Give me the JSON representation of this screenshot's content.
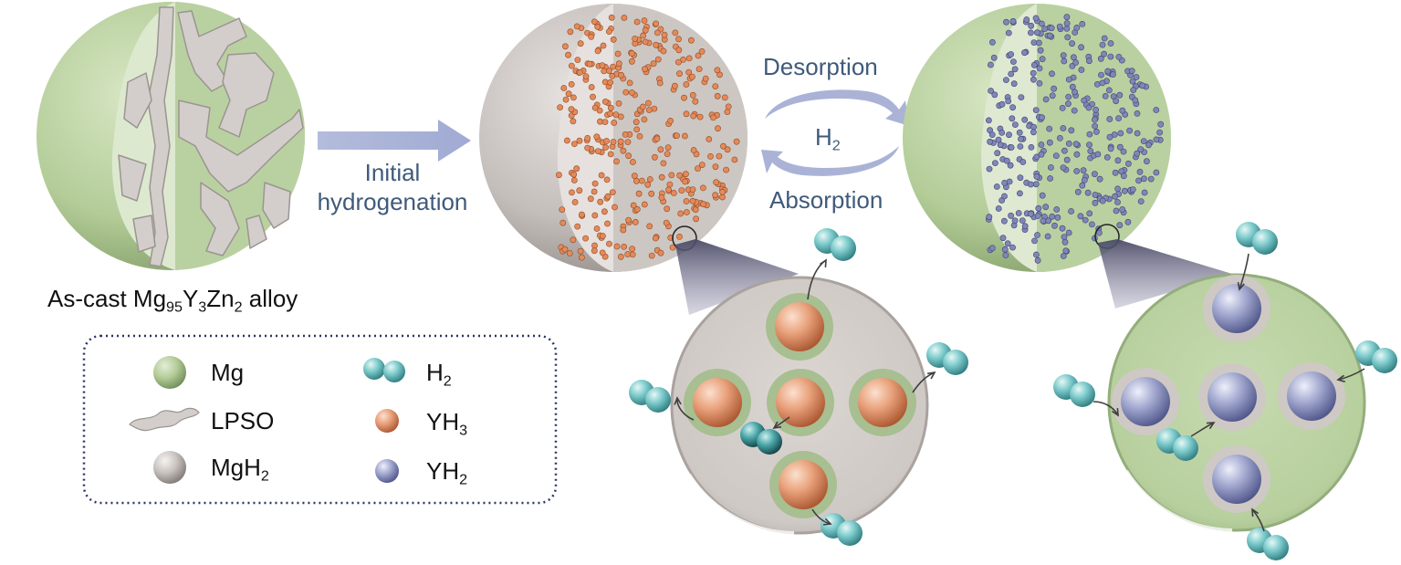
{
  "labels": {
    "alloy_prefix": "As-cast Mg",
    "alloy_sub1": "95",
    "alloy_mid1": "Y",
    "alloy_sub2": "3",
    "alloy_mid2": "Zn",
    "alloy_sub3": "2",
    "alloy_suffix": " alloy",
    "initial_line1": "Initial",
    "initial_line2": "hydrogenation",
    "desorption": "Desorption",
    "absorption": "Absorption",
    "h2_main": "H",
    "h2_sub": "2"
  },
  "legend": {
    "mg": "Mg",
    "lpso": "LPSO",
    "mgh2_main": "MgH",
    "mgh2_sub": "2",
    "h2_main": "H",
    "h2_sub": "2",
    "yh3_main": "YH",
    "yh3_sub": "3",
    "yh2_main": "YH",
    "yh2_sub": "2"
  },
  "colors": {
    "mg_green": "#b9d1a0",
    "mgh2_grey": "#cfc9c5",
    "lpso_grey": "#d4cfcc",
    "yh3_orange": "#e48a5a",
    "yh2_blue": "#7f86b4",
    "h2_teal": "#6cc0c3",
    "arrow_blue": "#aab3d6",
    "text_blue": "#3f5a7a",
    "legend_border": "#2c3566"
  }
}
